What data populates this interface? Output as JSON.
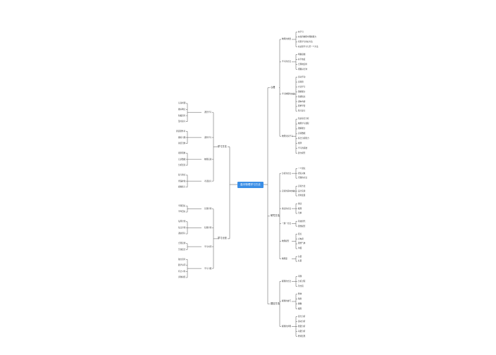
{
  "root": "高中物理学习方法",
  "right": [
    {
      "label": "心理",
      "children": [
        {
          "label": "物理的重要",
          "children": [
            "在学习",
            "在各科物理中理解能力",
            "有限学习的好方法",
            "在这里学习与另一个方法"
          ]
        },
        {
          "label": "学习的方法",
          "children": [
            "明确意图",
            "好学态度",
            "合理地安排",
            "把握好分钟"
          ]
        },
        {
          "label": "学习物理的方法",
          "children": [
            "多动手动",
            "多观察",
            "方法学习",
            "理解能力",
            "基础知识",
            "课本内容",
            "要求学会",
            "预习复习"
          ]
        },
        {
          "label": "物理常识学习",
          "children": [
            "知识综合分析",
            "物理学习课程",
            "理解能力",
            "实验数据",
            "综合分析能力",
            "规律",
            "学习的基础",
            "建立模型"
          ]
        }
      ]
    },
    {
      "label": "研究方法",
      "children": [
        {
          "label": "分析的方法",
          "children": [
            "一个研究",
            "研究对象",
            "问题的方法"
          ]
        },
        {
          "label": "实验的基本方法",
          "children": [
            "实验方法",
            "设计实验",
            "控制变量"
          ]
        },
        {
          "label": "类比的方法",
          "children": [
            "类比",
            "推理",
            "归纳"
          ]
        },
        {
          "label": "一题一方法",
          "children": [
            "等效替代",
            "理想模型"
          ]
        },
        {
          "label": "物理模型",
          "children": [
            "质点",
            "点电荷",
            "理想气体",
            "单摆"
          ]
        },
        {
          "label": "物理量",
          "children": [
            "矢量",
            "标量"
          ]
        }
      ]
    },
    {
      "label": "题目方法",
      "children": [
        {
          "label": "解题的方法",
          "children": [
            "审题",
            "分析过程",
            "列方程"
          ]
        },
        {
          "label": "解题的技巧",
          "children": [
            "整体",
            "隔离",
            "图像",
            "极限"
          ]
        },
        {
          "label": "解题的步骤",
          "children": [
            "受力分析",
            "运动分析",
            "能量分析",
            "动量分析",
            "检验结果"
          ]
        }
      ]
    }
  ],
  "left": [
    {
      "label": "学习方法",
      "children": [
        {
          "label": "课堂学习",
          "children": [
            "认真听课",
            "做好笔记",
            "积极思考",
            "及时复习"
          ]
        },
        {
          "label": "课外学习",
          "children": [
            "阅读课外书",
            "做练习题",
            "总结归纳"
          ]
        },
        {
          "label": "物理实验",
          "children": [
            "观察现象",
            "记录数据",
            "分析结论"
          ]
        },
        {
          "label": "考试复习",
          "children": [
            "复习重点",
            "查漏补缺",
            "模拟练习"
          ]
        }
      ]
    },
    {
      "label": "学习计划",
      "children": [
        {
          "label": "长期计划",
          "children": [
            "学期目标",
            "学年目标"
          ]
        },
        {
          "label": "短期计划",
          "children": [
            "每周计划",
            "每日计划",
            "课前预习"
          ]
        },
        {
          "label": "学习时间",
          "children": [
            "合理安排",
            "劳逸结合"
          ]
        },
        {
          "label": "学习习惯",
          "children": [
            "独立思考",
            "勤学好问",
            "持之以恒",
            "多做总结"
          ]
        }
      ]
    }
  ]
}
